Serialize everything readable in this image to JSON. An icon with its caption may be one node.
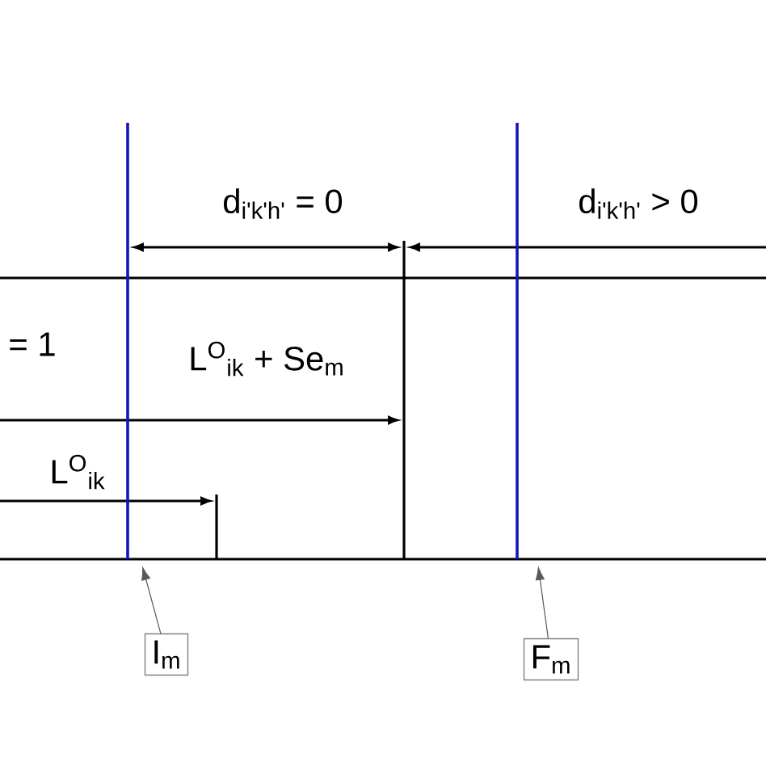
{
  "diagram": {
    "nodes": [
      {
        "text": [
          "I$_{m}$"
        ]
      },
      {
        "text": [
          "F$_{m}$"
        ]
      }
    ],
    "edges": [
      {
        "from": 0,
        "to": null,
        "arrow": "to"
      },
      {
        "from": 1,
        "to": null,
        "arrow": "to"
      }
    ],
    "labels": [
      "d$_{i'k'h'}$ = 0",
      "d$_{i'k'h'}$ > 0",
      "= 1",
      "L$^{O}$$_{ik}$ + Se$_{m}$",
      "L$^{O}$$_{ik}$"
    ]
  }
}
